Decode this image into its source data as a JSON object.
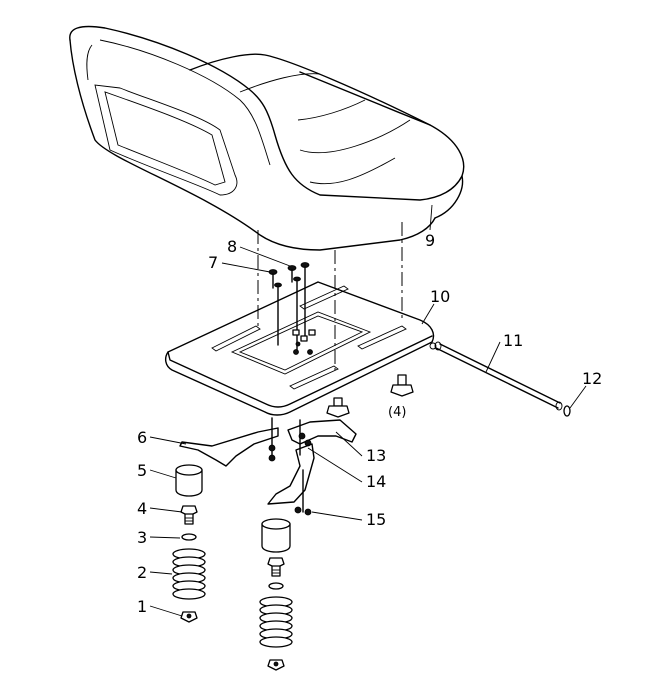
{
  "callouts": {
    "c1": "1",
    "c2": "2",
    "c3": "3",
    "c4": "4",
    "c5": "5",
    "c6": "6",
    "c7": "7",
    "c8": "8",
    "c9": "9",
    "c10": "10",
    "c11": "11",
    "c12": "12",
    "c13": "13",
    "c14": "14",
    "c15": "15",
    "qty_bolt": "(4)"
  },
  "colors": {
    "line": "#000000",
    "background": "#ffffff"
  }
}
